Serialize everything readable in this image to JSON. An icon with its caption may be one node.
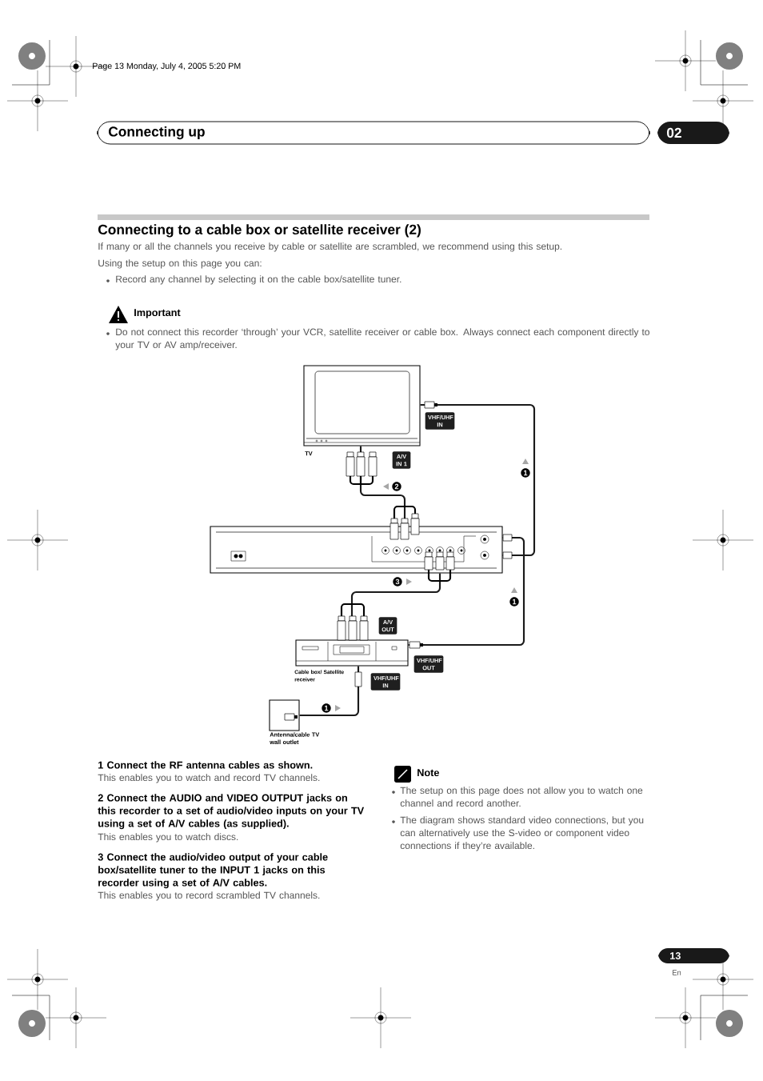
{
  "diagram": {
    "title": "Connecting to a cable box or satellite receiver (2)",
    "nodes": [
      {
        "text": [
          "TV"
        ],
        "beside": [
          "VHF/UHF IN",
          "A/V IN 1"
        ]
      },
      {
        "text": [],
        "shape": "box"
      },
      {
        "text": [
          "Cable box/ Satellite receiver"
        ],
        "beside": [
          "A/V OUT",
          "VHF/UHF OUT",
          "VHF/UHF IN"
        ]
      },
      {
        "text": [
          "Antenna/cable TV wall outlet"
        ]
      }
    ],
    "edges": [
      {
        "from": 3,
        "to": 2,
        "arrow": "none",
        "label": "1"
      },
      {
        "from": 2,
        "to": 1,
        "arrow": "none",
        "label": "1"
      },
      {
        "from": 1,
        "to": 0,
        "arrow": "none",
        "label": "1"
      },
      {
        "from": 1,
        "to": 0,
        "arrow": "none",
        "label": "2"
      },
      {
        "from": 2,
        "to": 1,
        "arrow": "none",
        "label": "3"
      }
    ],
    "labels": [
      "Page 13 Monday, July 4, 2005 5:20 PM",
      "Connecting up",
      "02",
      "If many or all the channels you receive by cable or satellite are scrambled, we recommend using this setup.",
      "Using the setup on this page you can:",
      "Record any channel by selecting it on the cable box/satellite tuner.",
      "Important",
      "Do not connect this recorder ‘through’ your VCR, satellite receiver or cable box. Always connect each component directly to your TV or AV amp/receiver.",
      "1 Connect the RF antenna cables as shown.",
      "This enables you to watch and record TV channels.",
      "2 Connect the AUDIO and VIDEO OUTPUT jacks on this recorder to a set of audio/video inputs on your TV using a set of A/V cables (as supplied).",
      "This enables you to watch discs.",
      "3 Connect the audio/video output of your cable box/satellite tuner to the INPUT 1 jacks on this recorder using a set of A/V cables.",
      "This enables you to record scrambled TV channels.",
      "Note",
      "The setup on this page does not allow you to watch one channel and record another.",
      "The diagram shows standard video connections, but you can alternatively use the S-video or component video connections if they’re available.",
      "13",
      "En"
    ]
  }
}
